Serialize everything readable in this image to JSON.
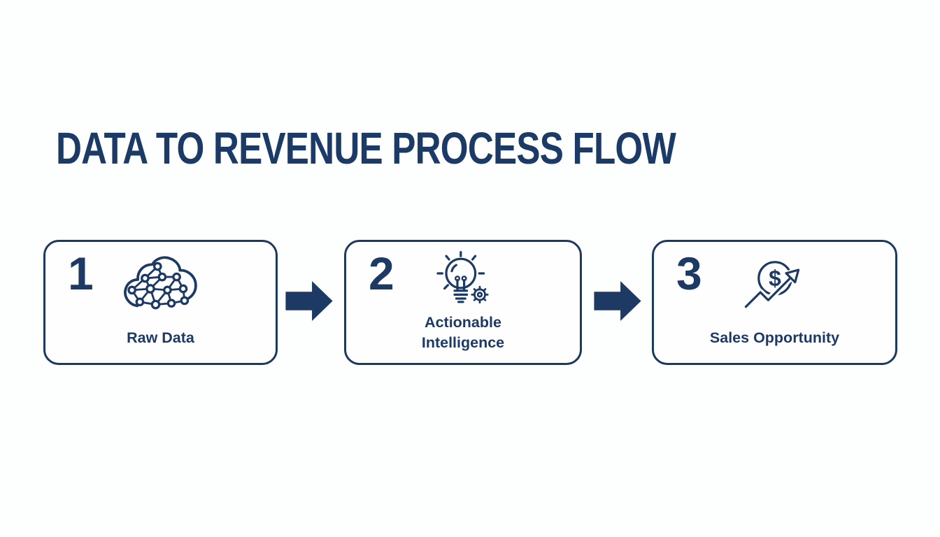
{
  "page": {
    "title": "DATA TO REVENUE PROCESS FLOW"
  },
  "colors": {
    "accent_navy": "#1d3a64",
    "box_border_navy": "#1c3a5e",
    "background": "#fdfefe"
  },
  "steps": [
    {
      "number": "1",
      "label": "Raw Data",
      "icon": "cloud-network-icon"
    },
    {
      "number": "2",
      "label": "Actionable Intelligence",
      "icon": "lightbulb-gear-icon"
    },
    {
      "number": "3",
      "label": "Sales Opportunity",
      "icon": "coin-growth-arrow-icon"
    }
  ],
  "connectors": [
    {
      "icon": "right-block-arrow-icon"
    },
    {
      "icon": "right-block-arrow-icon"
    }
  ]
}
